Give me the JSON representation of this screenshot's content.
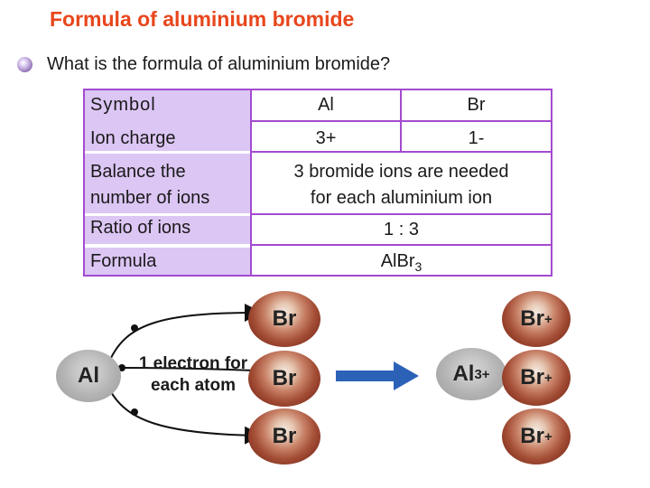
{
  "title": "Formula of aluminium bromide",
  "question": "What is the formula of aluminium bromide?",
  "table": {
    "symbol_label": "Symbol",
    "symbol_al": "Al",
    "symbol_br": "Br",
    "charge_label": "Ion charge",
    "charge_al": "3+",
    "charge_br": "1-",
    "balance_label_1": "Balance the",
    "balance_label_2": "number of ions",
    "balance_value_1": "3 bromide ions are needed",
    "balance_value_2": "for each aluminium ion",
    "ratio_label": "Ratio of ions",
    "ratio_value": "1 : 3",
    "formula_label": "Formula",
    "formula_main": "AlBr",
    "formula_sub": "3"
  },
  "diagram": {
    "al_atom": "Al",
    "electron_text_1": "1 electron for",
    "electron_text_2": "each atom",
    "br_atoms": [
      "Br",
      "Br",
      "Br"
    ],
    "al_ion": "Al",
    "al_ion_charge": "3+",
    "br_ions": [
      "Br",
      "Br",
      "Br"
    ],
    "br_ion_charges": [
      "+",
      "+",
      "+"
    ]
  },
  "colors": {
    "title": "#e8461c",
    "table_border": "#a34ad0",
    "label_fill": "#dcc6f4",
    "arrow": "#2b62b8"
  }
}
